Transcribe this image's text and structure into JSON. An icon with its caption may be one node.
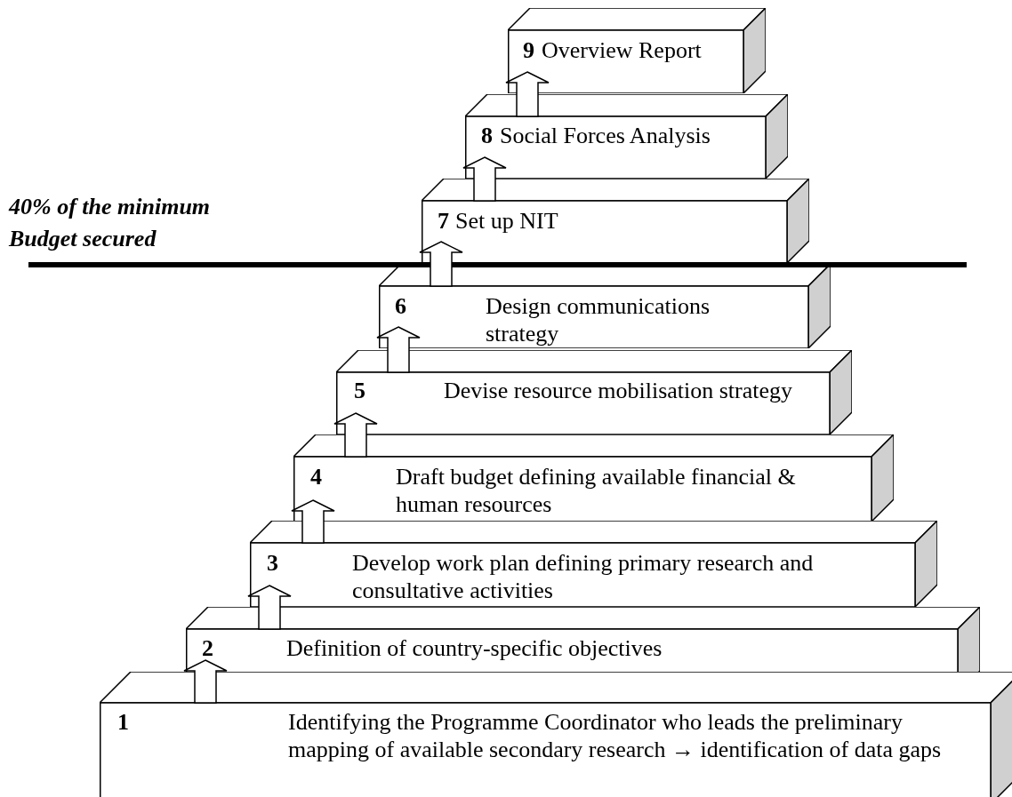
{
  "diagram": {
    "nodes": [
      {
        "text": [
          "1",
          "Identifying the Programme Coordinator who leads the preliminary mapping of available secondary research → identification of data gaps"
        ]
      },
      {
        "text": [
          "2",
          "Definition of country-specific objectives"
        ]
      },
      {
        "text": [
          "3",
          "Develop work plan defining primary research and consultative activities"
        ]
      },
      {
        "text": [
          "4",
          "Draft budget defining available financial & human resources"
        ]
      },
      {
        "text": [
          "5",
          "Devise resource mobilisation strategy"
        ]
      },
      {
        "text": [
          "6",
          "Design communications strategy"
        ]
      },
      {
        "text": [
          "7",
          "Set up NIT"
        ]
      },
      {
        "text": [
          "8",
          "Social Forces Analysis"
        ]
      },
      {
        "text": [
          "9",
          "Overview Report"
        ]
      }
    ],
    "edges": [
      {
        "from": 0,
        "to": 1,
        "arrow": "to"
      },
      {
        "from": 1,
        "to": 2,
        "arrow": "to"
      },
      {
        "from": 2,
        "to": 3,
        "arrow": "to"
      },
      {
        "from": 3,
        "to": 4,
        "arrow": "to"
      },
      {
        "from": 4,
        "to": 5,
        "arrow": "to"
      },
      {
        "from": 5,
        "to": 6,
        "arrow": "to"
      },
      {
        "from": 6,
        "to": 7,
        "arrow": "to"
      },
      {
        "from": 7,
        "to": 8,
        "arrow": "to"
      }
    ],
    "labels": [
      "40% of the minimum Budget secured"
    ]
  }
}
